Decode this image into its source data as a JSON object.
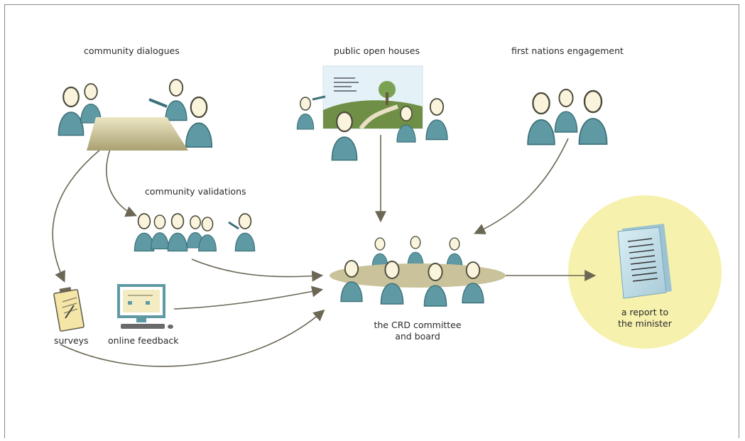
{
  "labels": {
    "community_dialogues": "community dialogues",
    "public_open_houses": "public open houses",
    "first_nations": "first nations engagement",
    "community_validations": "community validations",
    "surveys": "surveys",
    "online_feedback": "online feedback",
    "committee_line1": "the CRD committee",
    "committee_line2": "and board",
    "report_line1": "a report to",
    "report_line2": "the minister"
  },
  "colors": {
    "person_body": "#5f9aa4",
    "person_outline": "#3d7179",
    "head_fill": "#fbf4dd",
    "head_outline": "#4a4a3a",
    "table": "#c9c29a",
    "arrow": "#6b6754",
    "report_circle": "#f6f1ad"
  }
}
